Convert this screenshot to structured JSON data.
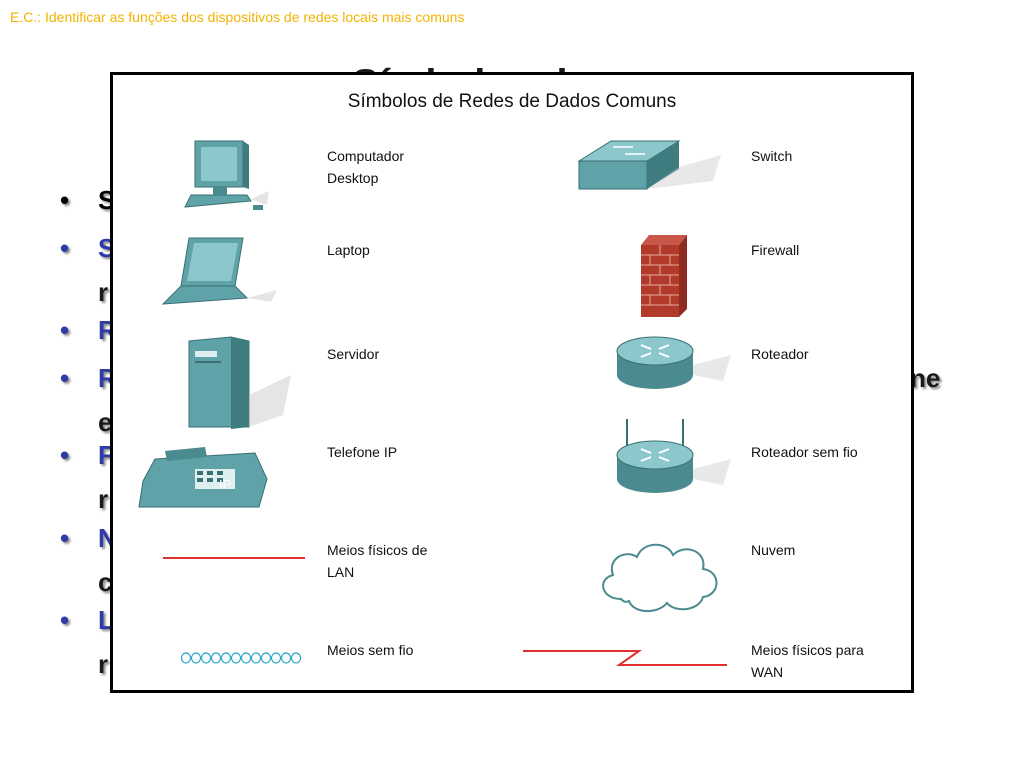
{
  "header": {
    "text": "E.C.: Identificar as funções dos dispositivos de redes locais mais comuns"
  },
  "background_slide": {
    "title_fragment": "Símbolos de",
    "bullets": [
      {
        "first": "S",
        "continuation": "",
        "right": ""
      },
      {
        "first": "S",
        "continuation": "r",
        "right": ""
      },
      {
        "first": "R",
        "continuation": "",
        "right": ""
      },
      {
        "first": "R",
        "continuation": "e",
        "right": "ne"
      },
      {
        "first": "F",
        "continuation": "r",
        "right": ""
      },
      {
        "first": "N",
        "continuation": "c",
        "right": ""
      },
      {
        "first": "L",
        "continuation": "r",
        "right": ""
      }
    ]
  },
  "panel": {
    "title": "Símbolos de Redes de Dados Comuns",
    "left_symbols": [
      {
        "label": "Computador\nDesktop",
        "icon": "desktop-computer-icon"
      },
      {
        "label": "Laptop",
        "icon": "laptop-icon"
      },
      {
        "label": "Servidor",
        "icon": "server-icon"
      },
      {
        "label": "Telefone IP",
        "icon": "ip-phone-icon"
      },
      {
        "label": "Meios físicos de\nLAN",
        "icon": "lan-media-line-icon"
      },
      {
        "label": "Meios sem fio",
        "icon": "wireless-media-icon"
      }
    ],
    "right_symbols": [
      {
        "label": "Switch",
        "icon": "switch-icon"
      },
      {
        "label": "Firewall",
        "icon": "firewall-icon"
      },
      {
        "label": "Roteador",
        "icon": "router-icon"
      },
      {
        "label": "Roteador sem fio",
        "icon": "wireless-router-icon"
      },
      {
        "label": "Nuvem",
        "icon": "cloud-icon"
      },
      {
        "label": "Meios físicos para\nWAN",
        "icon": "wan-media-line-icon"
      }
    ],
    "phone_icon_text": "IP"
  },
  "colors": {
    "header": "#f2b300",
    "device": "#5fa3a8",
    "firewall": "#b23a2a",
    "lan_line": "#e03030"
  }
}
